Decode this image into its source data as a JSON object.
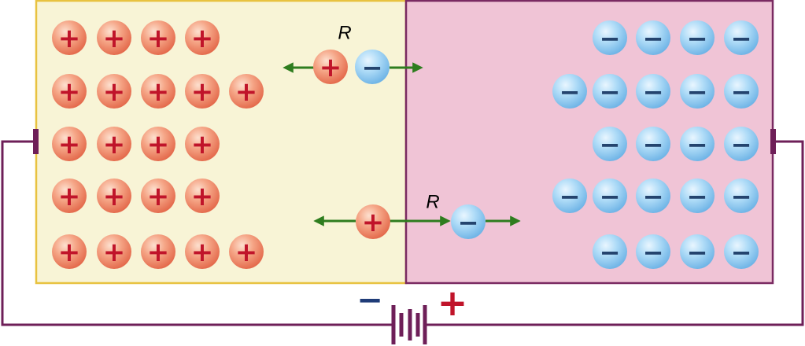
{
  "colors": {
    "p_region": "#f8f4d6",
    "p_border": "#e8c240",
    "n_region": "#f0c4d6",
    "n_border": "#7a2a62",
    "wire": "#6e1f58",
    "arrow": "#2e7d1e",
    "positive_sign": "#c0142a",
    "negative_sign": "#24446e",
    "battery_negative_label": "#1f3c78",
    "battery_positive_label": "#c0142a"
  },
  "labels": {
    "positive": "+",
    "negative": "−",
    "recombination_top": "R",
    "recombination_bottom": "R",
    "battery_negative": "−",
    "battery_positive": "+"
  },
  "positive_ion_rows": [
    4,
    5,
    4,
    4,
    5
  ],
  "negative_ion_rows": [
    4,
    5,
    4,
    5,
    4
  ],
  "icons": {
    "positive_charge": "plus-circle",
    "negative_charge": "minus-circle",
    "battery": "battery-cells"
  }
}
